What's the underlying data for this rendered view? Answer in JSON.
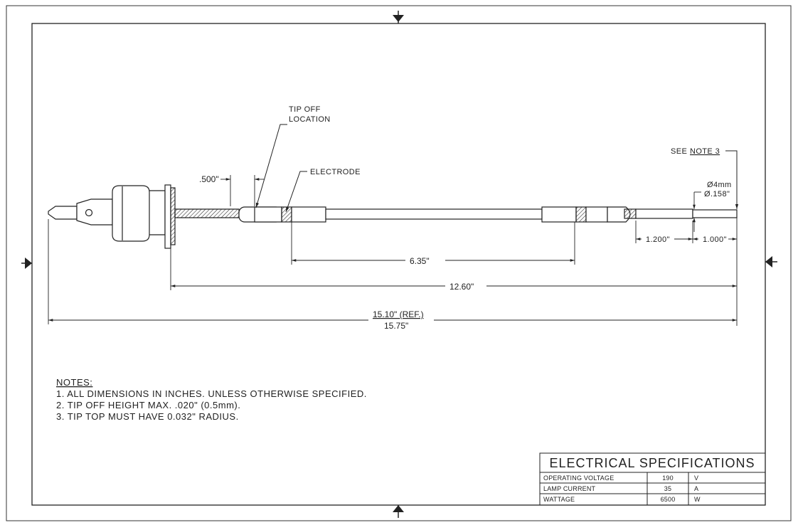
{
  "callouts": {
    "tip_off_line1": "TIP OFF",
    "tip_off_line2": "LOCATION",
    "electrode": "ELECTRODE",
    "see_note_prefix": "SEE",
    "see_note_ref": "NOTE 3",
    "dia_mm": "Ø4mm",
    "dia_in": "Ø.158\""
  },
  "dimensions": {
    "d500": ".500\"",
    "d635": "6.35\"",
    "d1260": "12.60\"",
    "d1510": "15.10\" (REF.)",
    "d1575": "15.75\"",
    "d1200": "1.200\"",
    "d1000": "1.000\""
  },
  "notes": {
    "heading": "NOTES:",
    "items": [
      "1. ALL DIMENSIONS IN INCHES. UNLESS OTHERWISE SPECIFIED.",
      "2. TIP OFF HEIGHT MAX. .020\" (0.5mm).",
      "3. TIP TOP MUST HAVE 0.032\" RADIUS."
    ]
  },
  "specs": {
    "title": "ELECTRICAL SPECIFICATIONS",
    "rows": [
      {
        "param": "OPERATING VOLTAGE",
        "value": "190",
        "unit": "V"
      },
      {
        "param": "LAMP CURRENT",
        "value": "35",
        "unit": "A"
      },
      {
        "param": "WATTAGE",
        "value": "6500",
        "unit": "W"
      }
    ]
  }
}
